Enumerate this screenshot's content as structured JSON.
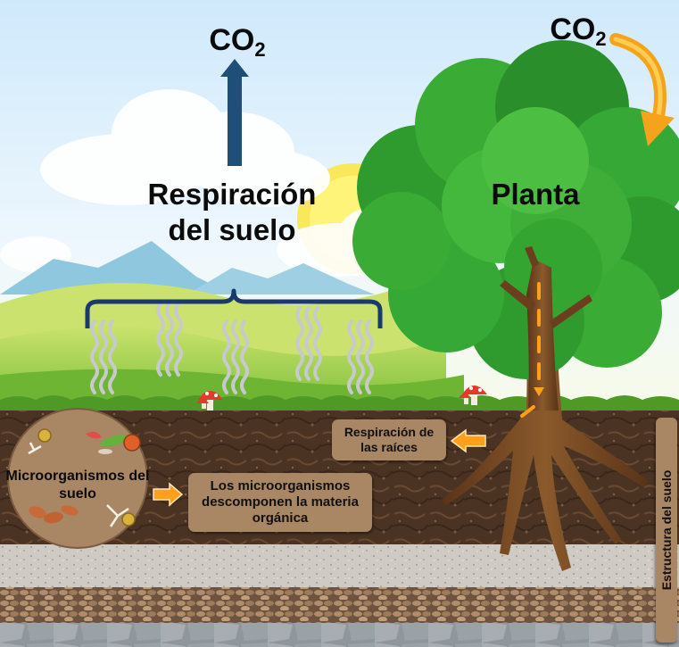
{
  "labels": {
    "co2_soil": "CO",
    "co2_soil_sub": "2",
    "co2_plant": "CO",
    "co2_plant_sub": "2",
    "soil_respiration_line1": "Respiración",
    "soil_respiration_line2": "del suelo",
    "plant": "Planta",
    "root_respiration": "Respiración de las raíces",
    "microorganisms": "Microorganismos del suelo",
    "decomposition": "Los microorganismos descomponen la materia orgánica",
    "soil_structure": "Estructura del suelo"
  },
  "colors": {
    "co2_up_arrow": "#1f4e79",
    "co2_curved_arrow": "#f5a31a",
    "bracket": "#1a3a6e",
    "label_box": "#a98664",
    "orange_arrow": "#ff9f1c",
    "soil_dark": "#4a3424",
    "sky": "#dff0fb",
    "grass": "#7cc242",
    "tree_green": "#2e9a2e",
    "trunk": "#6b3e1e"
  }
}
